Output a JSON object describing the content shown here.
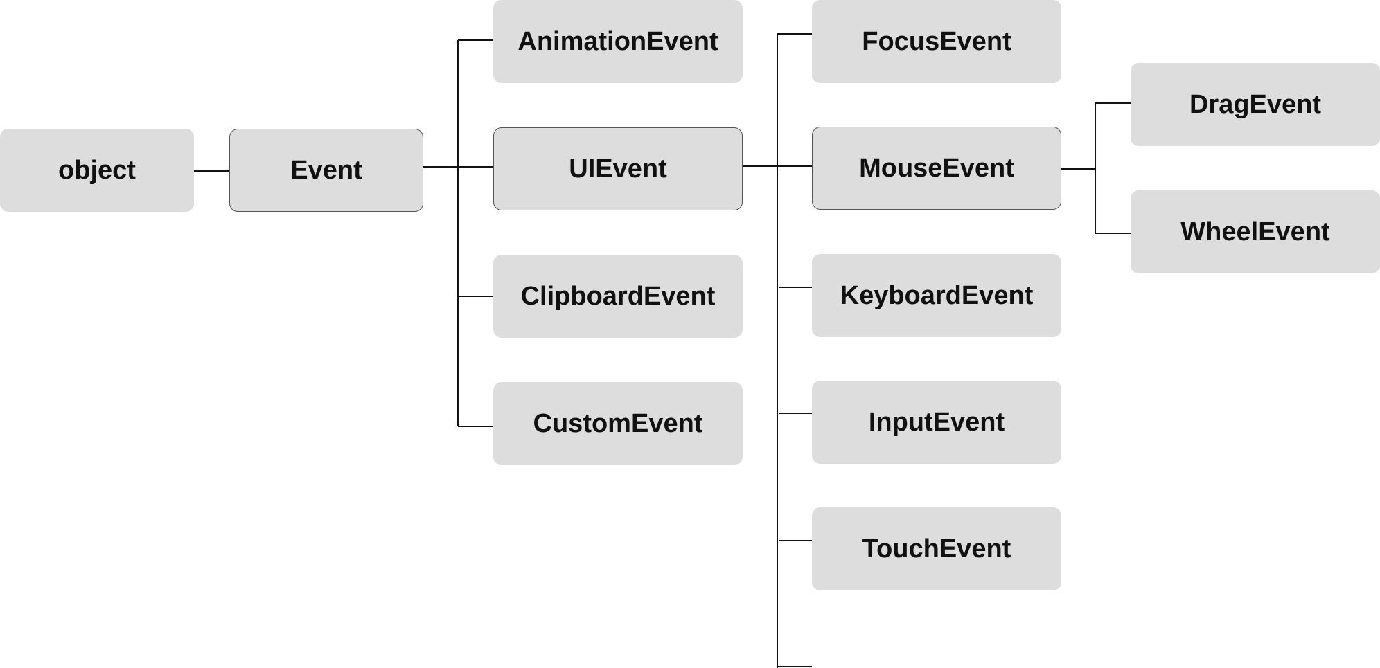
{
  "diagram": {
    "nodes": {
      "object": "object",
      "event": "Event",
      "animation_event": "AnimationEvent",
      "ui_event": "UIEvent",
      "clipboard_event": "ClipboardEvent",
      "custom_event": "CustomEvent",
      "focus_event": "FocusEvent",
      "mouse_event": "MouseEvent",
      "keyboard_event": "KeyboardEvent",
      "input_event": "InputEvent",
      "touch_event": "TouchEvent",
      "drag_event": "DragEvent",
      "wheel_event": "WheelEvent"
    },
    "edges": [
      [
        "object",
        "event"
      ],
      [
        "event",
        "animation_event"
      ],
      [
        "event",
        "ui_event"
      ],
      [
        "event",
        "clipboard_event"
      ],
      [
        "event",
        "custom_event"
      ],
      [
        "ui_event",
        "focus_event"
      ],
      [
        "ui_event",
        "mouse_event"
      ],
      [
        "ui_event",
        "keyboard_event"
      ],
      [
        "ui_event",
        "input_event"
      ],
      [
        "ui_event",
        "touch_event"
      ],
      [
        "mouse_event",
        "drag_event"
      ],
      [
        "mouse_event",
        "wheel_event"
      ]
    ],
    "colors": {
      "node_fill": "#dddddd",
      "node_text": "#111111",
      "connector": "#111111",
      "outline": "#555555"
    }
  }
}
